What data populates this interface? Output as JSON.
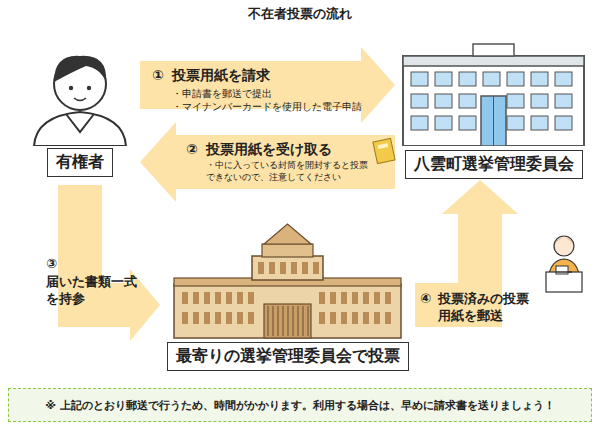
{
  "diagram": {
    "title": "不在者投票の流れ",
    "nodes": [
      {
        "text": [
          "有権者"
        ]
      },
      {
        "text": [
          "八雲町選挙管理委員会"
        ]
      },
      {
        "text": [
          "最寄りの選挙管理委員会で投票"
        ]
      },
      {
        "text": [
          "※ 上記のとおり郵送で行うため、時間がかかります。利用する場合は、早めに請求書を送りましょう！"
        ]
      }
    ],
    "edges": [
      {
        "from": 0,
        "to": 1,
        "label": "投票用紙を請求",
        "arrow": "to"
      },
      {
        "from": 1,
        "to": 0,
        "label": "投票用紙を受け取る",
        "arrow": "to"
      },
      {
        "from": 0,
        "to": 2,
        "label": "届いた書類一式を持参",
        "arrow": "to"
      },
      {
        "from": 2,
        "to": 1,
        "label": "投票済みの投票用紙を郵送",
        "arrow": "to"
      }
    ],
    "labels": [
      "①",
      "・申請書を郵送で提出",
      "・マイナンバーカードを使用した電子申請",
      "②",
      "・中に入っている封筒を開封すると投票できないので、注意してください",
      "③",
      "④"
    ]
  }
}
